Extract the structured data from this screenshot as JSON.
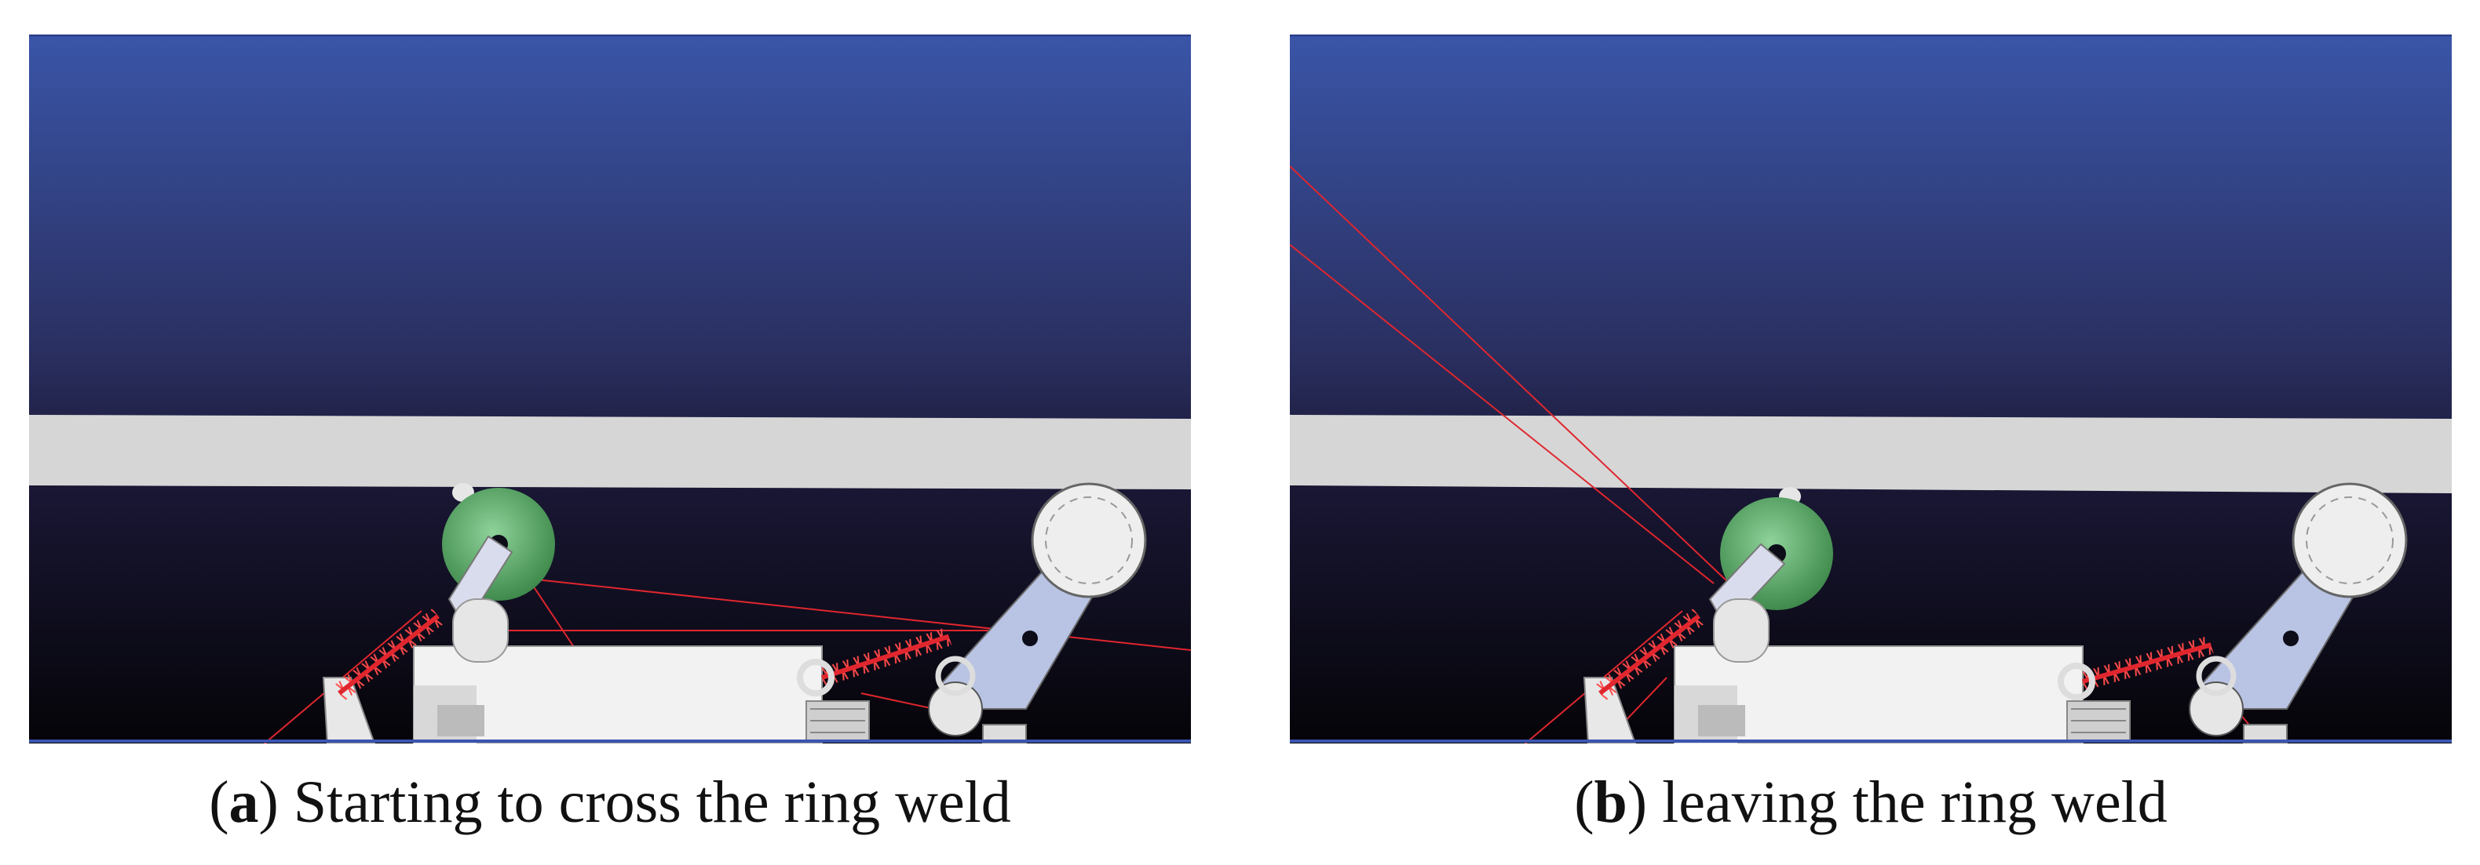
{
  "figure": {
    "panels": [
      {
        "id": "a",
        "letter": "a",
        "caption": " Starting to cross the ring weld",
        "state": "crossing-start"
      },
      {
        "id": "b",
        "letter": "b",
        "caption": " leaving the ring weld",
        "state": "leaving"
      }
    ],
    "colors": {
      "sky_top": "#3a55a8",
      "sky_mid": "#2a2f60",
      "sky_bottom": "#050408",
      "pipe_wall": "#d6d6d6",
      "weld_bead": "#e8e8e8",
      "drive_wheel": "#5aa86a",
      "spring": "#e0262e",
      "body": "#f2f2f2",
      "arm": "#b9c3e3",
      "ground_line": "#3a55b0"
    },
    "icons": [
      "weld-bead-icon",
      "drive-wheel-icon",
      "tread-wheel-icon",
      "spring-icon"
    ]
  }
}
